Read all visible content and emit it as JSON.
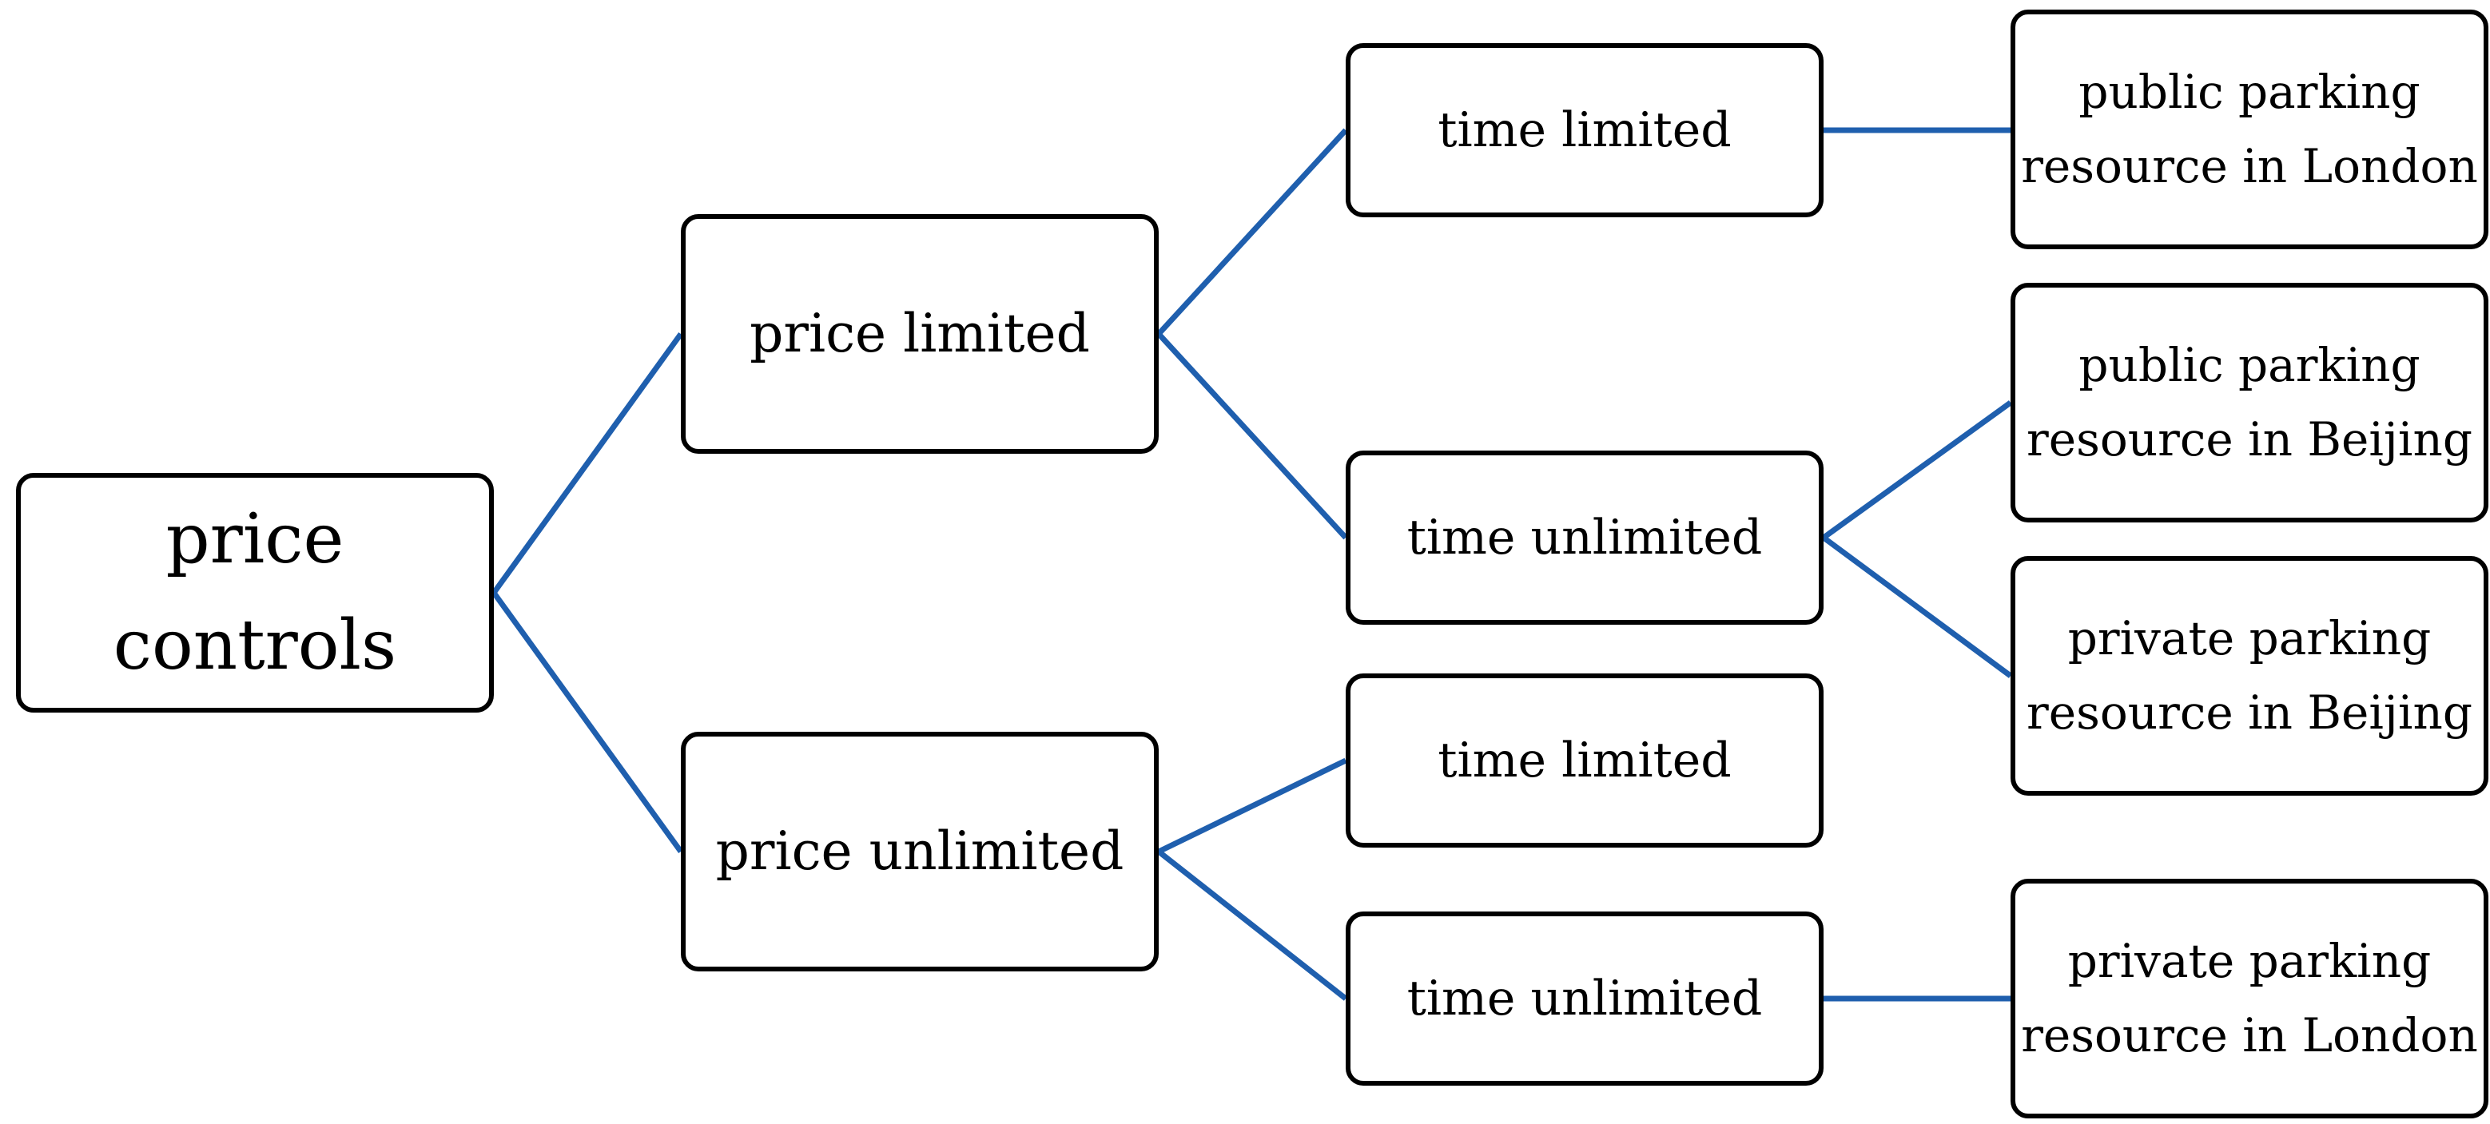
{
  "diagram": {
    "root": {
      "label": "price\ncontrols"
    },
    "level1": {
      "price_limited": "price limited",
      "price_unlimited": "price unlimited"
    },
    "level2": {
      "time_limited_1": "time limited",
      "time_unlimited_1": "time unlimited",
      "time_limited_2": "time limited",
      "time_unlimited_2": "time unlimited"
    },
    "level3": {
      "public_london": "public parking\nresource in London",
      "public_beijing": "public parking\nresource in Beijing",
      "private_beijing": "private parking\nresource in Beijing",
      "private_london": "private parking\nresource in London"
    },
    "colors": {
      "connector": "#1f5fae",
      "node_border": "#000000",
      "node_fill": "#ffffff"
    }
  }
}
